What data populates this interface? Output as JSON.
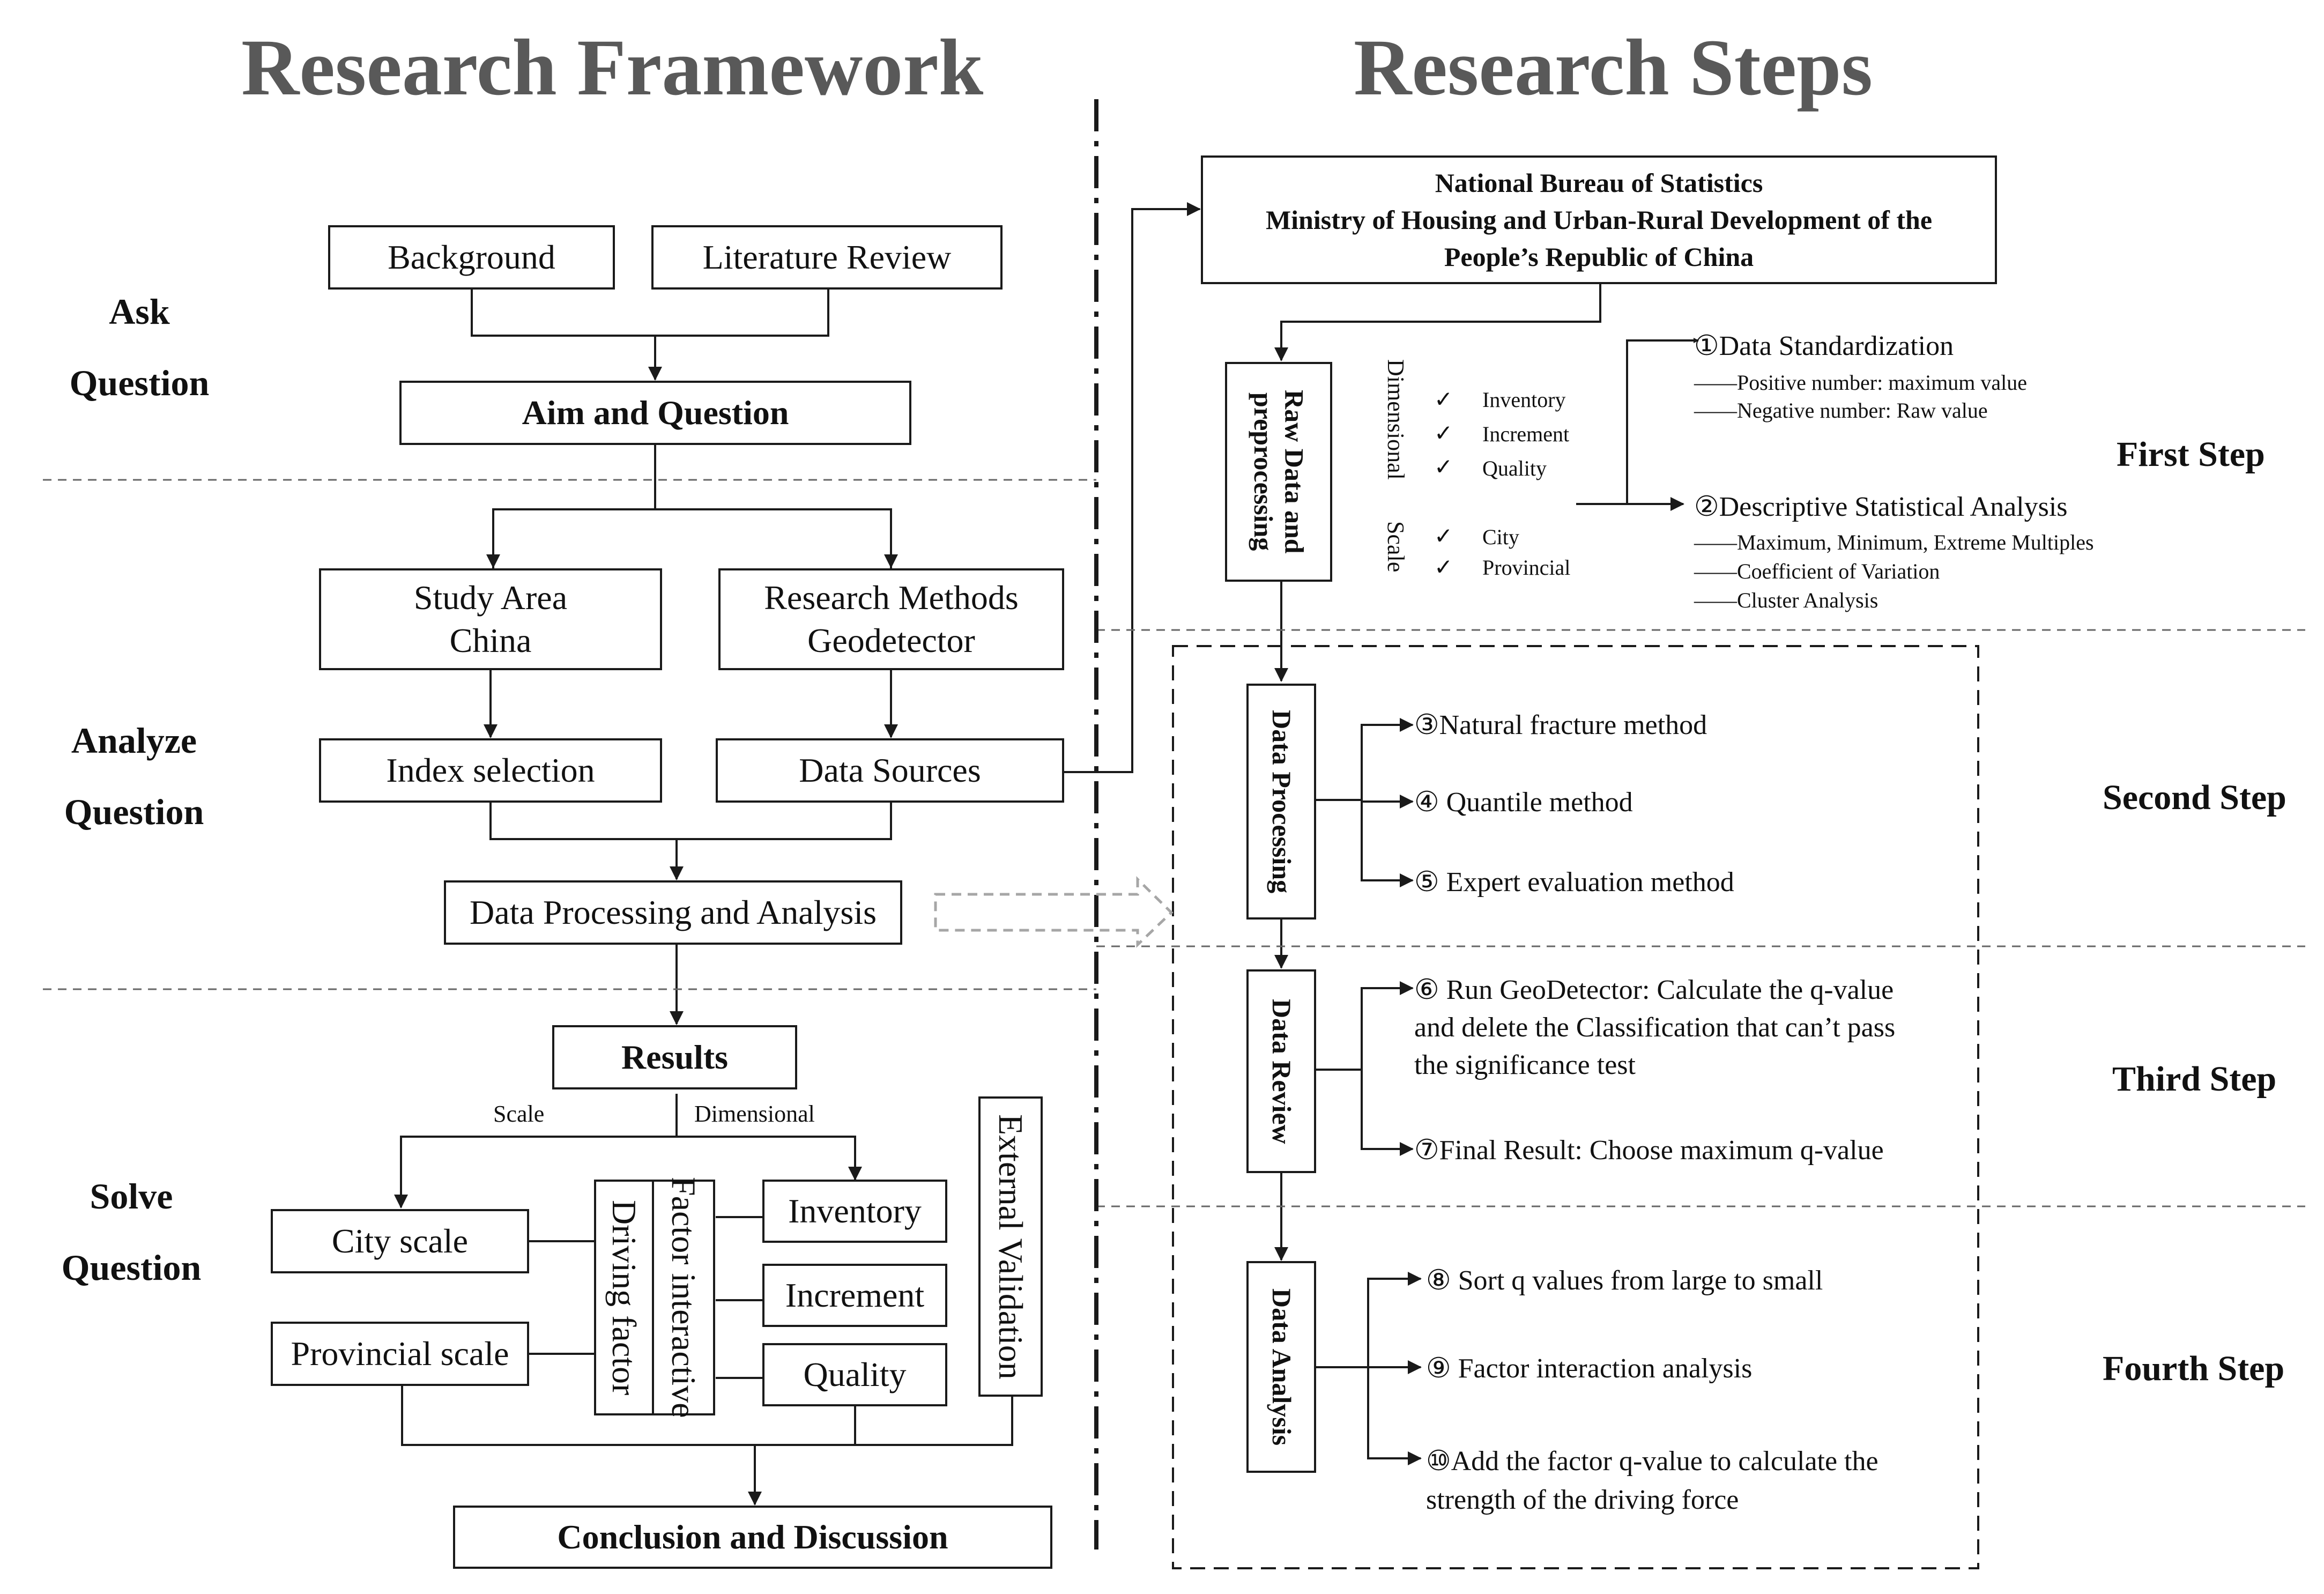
{
  "headings": {
    "left": "Research Framework",
    "right": "Research Steps"
  },
  "phases": {
    "ask": [
      "Ask",
      "Question"
    ],
    "analyze": [
      "Analyze",
      "Question"
    ],
    "solve": [
      "Solve",
      "Question"
    ]
  },
  "framework": {
    "background": "Background",
    "literature_review": "Literature Review",
    "aim_question": "Aim and Question",
    "study_area": [
      "Study Area",
      "China"
    ],
    "research_methods": [
      "Research Methods",
      "Geodetector"
    ],
    "index_selection": "Index selection",
    "data_sources": "Data Sources",
    "data_processing_analysis": "Data Processing and Analysis",
    "results": "Results",
    "scale_label": "Scale",
    "dimensional_label": "Dimensional",
    "city_scale": "City scale",
    "provincial_scale": "Provincial scale",
    "driving_factor": "Driving factor",
    "factor_interactive": "Factor interactive",
    "inventory": "Inventory",
    "increment": "Increment",
    "quality": "Quality",
    "external_validation": "External Validation",
    "conclusion": "Conclusion and Discussion"
  },
  "steps": {
    "source_box": [
      "National Bureau of Statistics",
      "Ministry of Housing and Urban-Rural Development of the",
      "People’s Republic of China"
    ],
    "raw_data": [
      "Raw Data and",
      "preprocessing"
    ],
    "dimensional_side": "Dimensional",
    "scale_side": "Scale",
    "check_mark": "✓",
    "dimension_items": [
      "Inventory",
      "Increment",
      "Quality"
    ],
    "scale_items": [
      "City",
      "Provincial"
    ],
    "s1": "①Data Standardization",
    "s1_sub": [
      "——Positive number: maximum value",
      "——Negative number:   Raw value"
    ],
    "s2": "②Descriptive Statistical Analysis",
    "s2_sub": [
      "——Maximum, Minimum, Extreme Multiples",
      "——Coefficient of Variation",
      "——Cluster Analysis"
    ],
    "first_step": "First Step",
    "data_processing": "Data Processing",
    "s3": "③Natural  fracture method",
    "s4": "④ Quantile method",
    "s5": "⑤ Expert evaluation method",
    "second_step": "Second Step",
    "data_review": "Data Review",
    "s6": [
      "⑥ Run GeoDetector: Calculate the q-value",
      "and delete the Classification that can’t  pass",
      "the significance test"
    ],
    "s7": "⑦Final Result: Choose maximum q-value",
    "third_step": "Third Step",
    "data_analysis": "Data Analysis",
    "s8": "⑧ Sort q values from large to small",
    "s9": "⑨ Factor interaction analysis",
    "s10": [
      "⑩Add the factor q-value to calculate the",
      "strength of the driving force"
    ],
    "fourth_step": "Fourth Step"
  }
}
